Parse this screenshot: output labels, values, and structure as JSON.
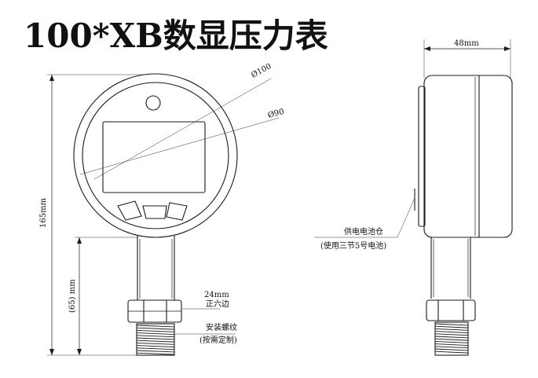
{
  "title": "100*XB数显压力表",
  "front_view": {
    "dim_outer_diameter": "Ø100",
    "dim_inner_diameter": "Ø90",
    "dim_total_height": "165mm",
    "dim_stem_height": "(65)  mm",
    "hex_note_line1": "24mm",
    "hex_note_line2": "正六边",
    "thread_note_line1": "安装螺纹",
    "thread_note_line2": "(按需定制)"
  },
  "side_view": {
    "dim_depth": "48mm",
    "battery_note_line1": "供电电池仓",
    "battery_note_line2": "(使用三节5号电池)"
  }
}
